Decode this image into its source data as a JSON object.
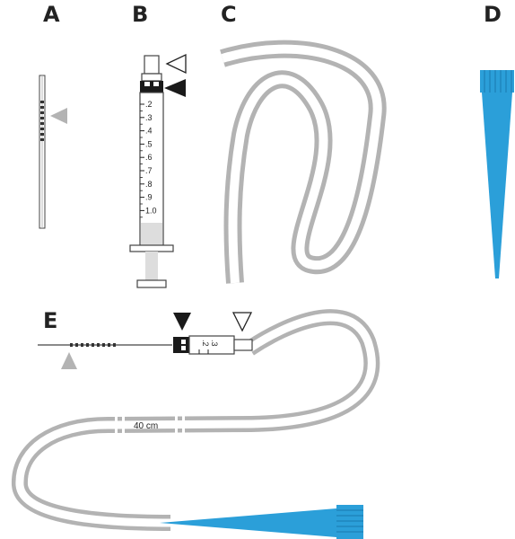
{
  "panels": {
    "a": "A",
    "b": "B",
    "c": "C",
    "d": "D",
    "e": "E"
  },
  "syringe": {
    "scale_labels": [
      ".2",
      ".3",
      ".4",
      ".5",
      ".6",
      ".7",
      ".8",
      ".9",
      "1.0"
    ]
  },
  "assembly": {
    "syringe_labels": [
      ".2",
      ".3"
    ],
    "tube_length_label": "40 cm"
  },
  "colors": {
    "tube": "#b3b3b3",
    "tip": "#2b9fd9",
    "tip_dark": "#1f86bd",
    "marker_gray": "#b3b3b3",
    "marker_black": "#1a1a1a",
    "outline": "#444444"
  }
}
